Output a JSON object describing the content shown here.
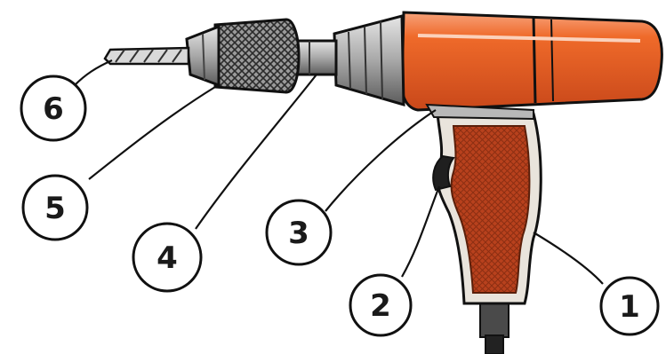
{
  "colors": {
    "body": "#ef6a2a",
    "body_shadow": "#c9481a",
    "body_highlight": "#f7a27a",
    "grip": "#b8411d",
    "grip_shadow": "#7a2a10",
    "metal": "#bfbfbf",
    "metal_dark": "#6e6e6e",
    "ink": "#1a1a1a"
  },
  "callouts": [
    {
      "number": "1",
      "part": "handle-grip"
    },
    {
      "number": "2",
      "part": "trigger"
    },
    {
      "number": "3",
      "part": "motor-housing"
    },
    {
      "number": "4",
      "part": "spindle"
    },
    {
      "number": "5",
      "part": "chuck"
    },
    {
      "number": "6",
      "part": "drill-bit"
    }
  ]
}
